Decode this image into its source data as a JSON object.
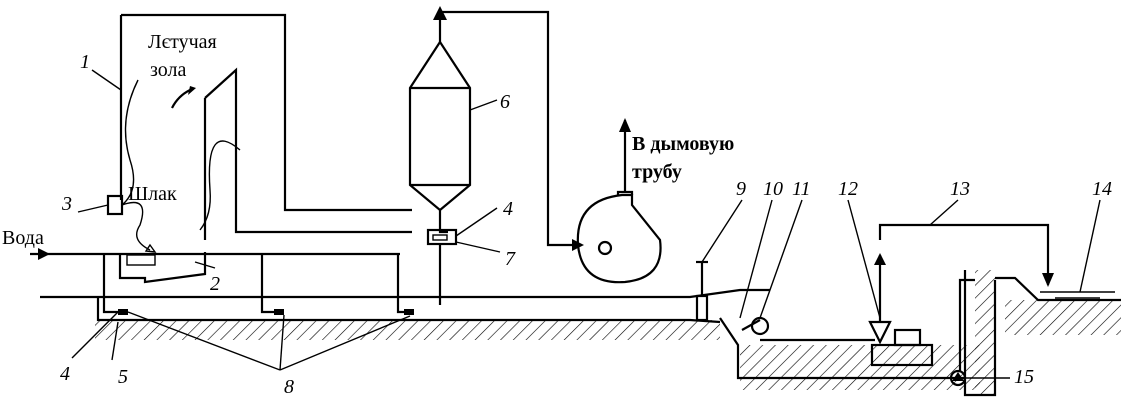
{
  "labels": {
    "fly_ash_line1": "Лєтучая",
    "fly_ash_line2": "зола",
    "slag": "Шлак",
    "water": "Вода",
    "chimney_line1": "В дымовую",
    "chimney_line2": "трубу"
  },
  "numbers": {
    "n1": "1",
    "n2": "2",
    "n3": "3",
    "n4a": "4",
    "n4b": "4",
    "n5": "5",
    "n6": "6",
    "n7": "7",
    "n8": "8",
    "n9": "9",
    "n10": "10",
    "n11": "11",
    "n12": "12",
    "n13": "13",
    "n14": "14",
    "n15": "15"
  }
}
